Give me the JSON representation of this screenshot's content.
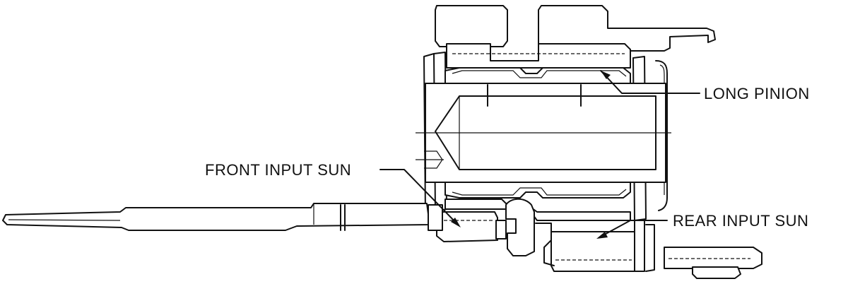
{
  "labels": {
    "long_pinion": "LONG PINION",
    "front_input_sun": "FRONT INPUT SUN",
    "rear_input_sun": "REAR INPUT SUN"
  },
  "colors": {
    "ink": "#111111",
    "paper": "#ffffff"
  }
}
